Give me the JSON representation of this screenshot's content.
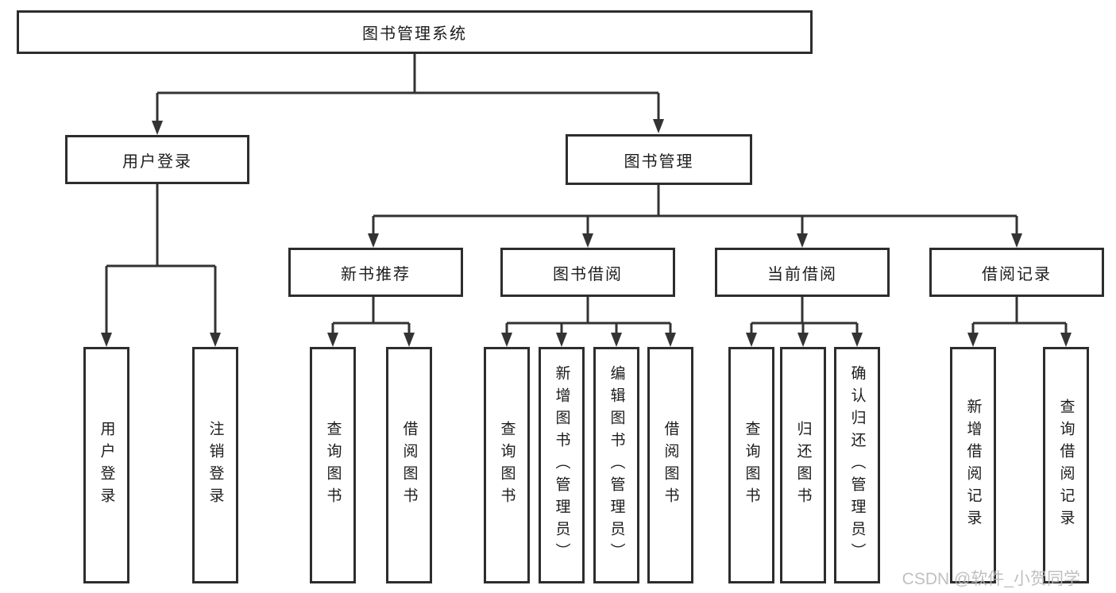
{
  "diagram": {
    "root": "图书管理系统",
    "level2": [
      "用户登录",
      "图书管理"
    ],
    "level3": [
      "新书推荐",
      "图书借阅",
      "当前借阅",
      "借阅记录"
    ],
    "leaves_login": [
      "用户登录",
      "注销登录"
    ],
    "leaves_recommend": [
      "查询图书",
      "借阅图书"
    ],
    "leaves_borrow": [
      "查询图书",
      "新增图书（管理员）",
      "编辑图书（管理员）",
      "借阅图书"
    ],
    "leaves_current": [
      "查询图书",
      "归还图书",
      "确认归还（管理员）"
    ],
    "leaves_records": [
      "新增借阅记录",
      "查询借阅记录"
    ]
  },
  "watermark": {
    "text": "CSDN @软件_小贺同学"
  },
  "colors": {
    "line": "#333333",
    "box_border": "#2d2d2d",
    "text": "#1c1c1c",
    "background": "#ffffff",
    "watermark": "#b9b9b9"
  }
}
